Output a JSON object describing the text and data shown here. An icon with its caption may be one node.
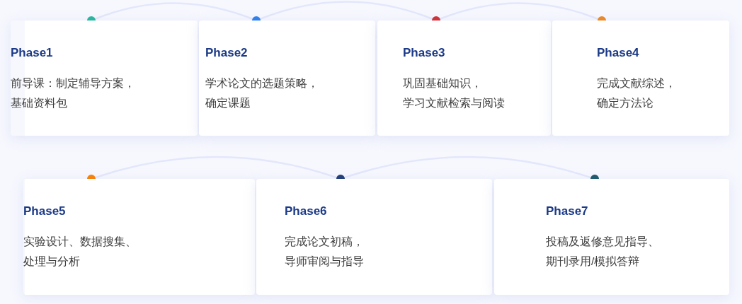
{
  "diagram": {
    "nodes": [
      {
        "text": [
          "Phase1",
          "前导课：制定辅导方案，基础资料包"
        ]
      },
      {
        "text": [
          "Phase2",
          "学术论文的选题策略，确定课题"
        ]
      },
      {
        "text": [
          "Phase3",
          "巩固基础知识，学习文献检索与阅读"
        ]
      },
      {
        "text": [
          "Phase4",
          "完成文献综述，确定方法论"
        ]
      },
      {
        "text": [
          "Phase5",
          "实验设计、数据搜集、处理与分析"
        ]
      },
      {
        "text": [
          "Phase6",
          "完成论文初稿，导师审阅与指导"
        ]
      },
      {
        "text": [
          "Phase7",
          "投稿及返修意见指导、期刊录用/模拟答辩"
        ]
      },
      {
        "text": [],
        "shape": "circle"
      },
      {
        "text": [],
        "shape": "circle"
      },
      {
        "text": [],
        "shape": "circle"
      },
      {
        "text": [],
        "shape": "circle"
      },
      {
        "text": [],
        "shape": "circle"
      },
      {
        "text": [],
        "shape": "circle"
      },
      {
        "text": [],
        "shape": "circle"
      }
    ],
    "edges": [
      {
        "from": 7,
        "to": 8,
        "arrow": "none"
      },
      {
        "from": 8,
        "to": 9,
        "arrow": "none"
      },
      {
        "from": 9,
        "to": 10,
        "arrow": "none"
      },
      {
        "from": 11,
        "to": 12,
        "arrow": "none"
      },
      {
        "from": 12,
        "to": 13,
        "arrow": "none"
      }
    ]
  }
}
